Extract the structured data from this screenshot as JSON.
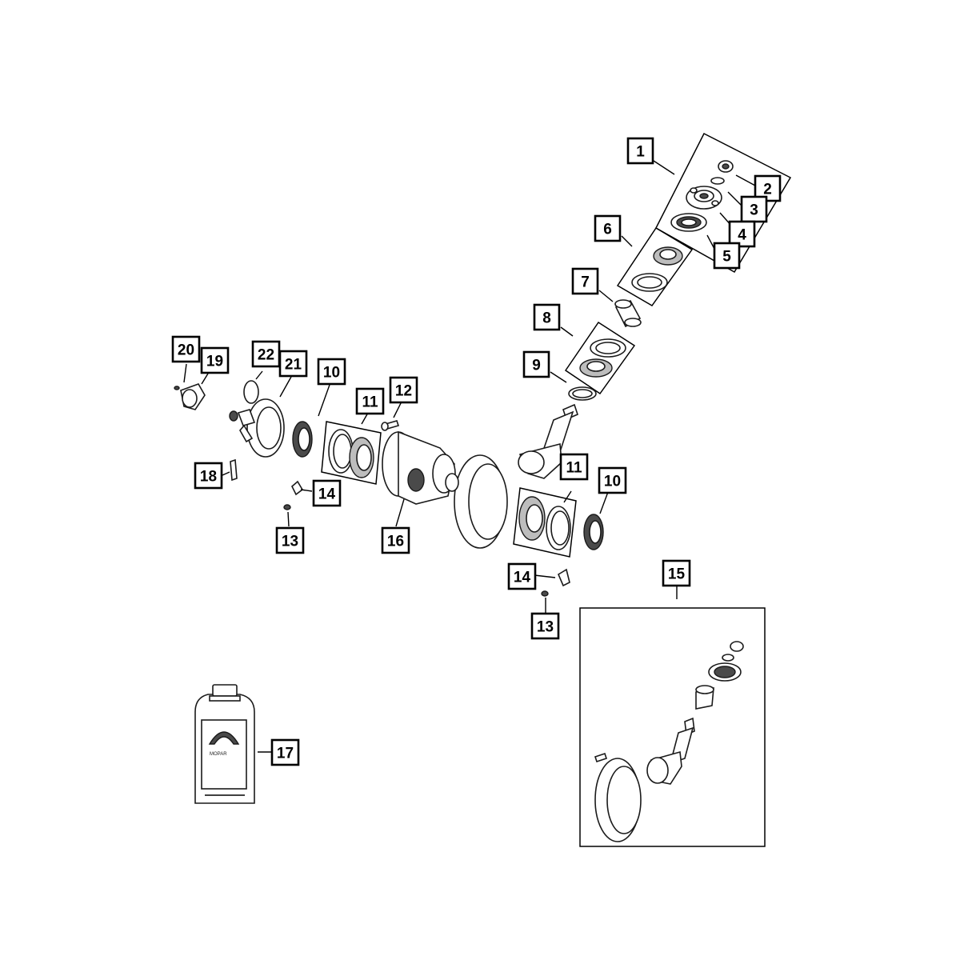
{
  "callouts": {
    "c1": "1",
    "c2": "2",
    "c3": "3",
    "c4": "4",
    "c5": "5",
    "c6": "6",
    "c7": "7",
    "c8": "8",
    "c9": "9",
    "c10a": "10",
    "c10b": "10",
    "c11a": "11",
    "c11b": "11",
    "c12": "12",
    "c13a": "13",
    "c13b": "13",
    "c14a": "14",
    "c14b": "14",
    "c15": "15",
    "c16": "16",
    "c17": "17",
    "c18": "18",
    "c19": "19",
    "c20": "20",
    "c21": "21",
    "c22": "22"
  },
  "fluid_container": {
    "brand": "MOPAR"
  },
  "colors": {
    "line": "#000000",
    "fill": "#ffffff",
    "shade": "#4a4a4a"
  }
}
